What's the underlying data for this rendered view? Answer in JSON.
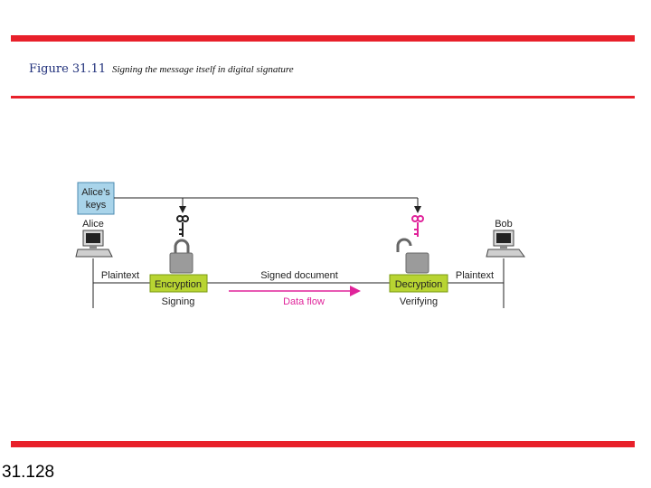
{
  "figure": {
    "label": "Figure 31.11",
    "caption": "Signing the message itself in digital signature"
  },
  "diagram": {
    "keys_box": {
      "line1": "Alice’s",
      "line2": "keys"
    },
    "sender": "Alice",
    "receiver": "Bob",
    "plaintext_left": "Plaintext",
    "plaintext_right": "Plaintext",
    "encryption": "Encryption",
    "decryption": "Decryption",
    "signed_document": "Signed document",
    "signing": "Signing",
    "verifying": "Verifying",
    "data_flow": "Data flow"
  },
  "colors": {
    "red_bar": "#e8202a",
    "keys_box": "#a9d4ea",
    "process_box": "#b8d432",
    "private_key": "#222222",
    "public_key": "#e0239a",
    "data_flow": "#e0239a"
  },
  "page_number": "31.128"
}
